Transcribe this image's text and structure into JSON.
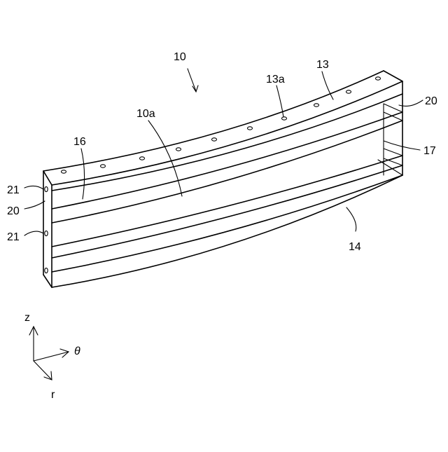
{
  "labels": {
    "assembly": "10",
    "inner_surface": "10a",
    "top_plate": "13",
    "mounting_hole": "13a",
    "bottom_plate": "14",
    "rib_left": "16",
    "rib_right": "17",
    "side_plate_left": "20",
    "side_plate_right": "20",
    "pin_upper": "21",
    "pin_lower": "21"
  },
  "axes": {
    "z": "z",
    "theta": "θ",
    "r": "r"
  }
}
